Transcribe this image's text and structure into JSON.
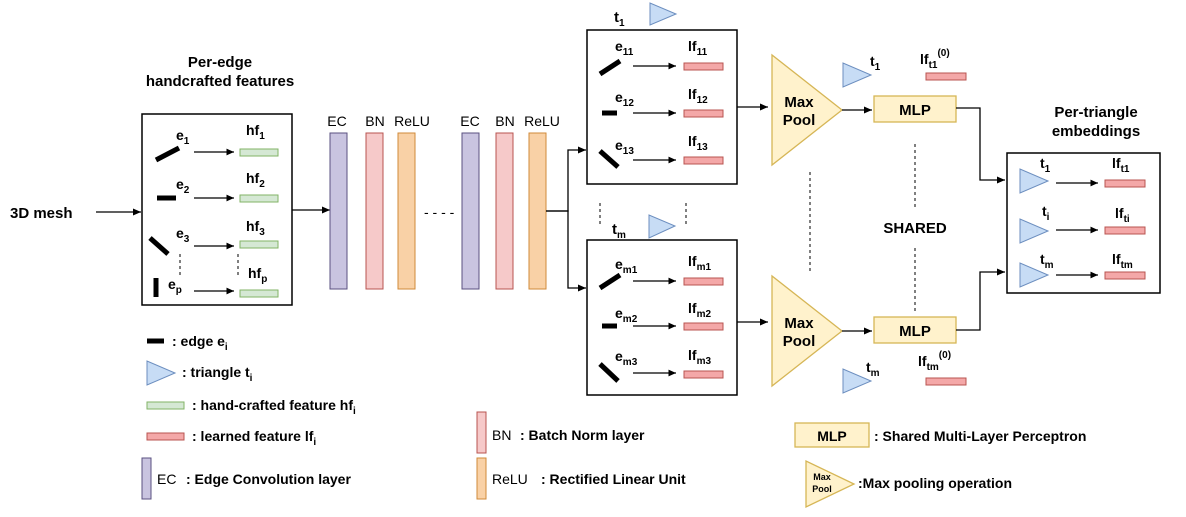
{
  "colors": {
    "ec": "#C9C4E0",
    "ec_stroke": "#5A5080",
    "bn": "#F6C9C9",
    "bn_stroke": "#B85450",
    "relu": "#F9D1A6",
    "relu_stroke": "#D08A3A",
    "hf": "#D5E8D4",
    "hf_stroke": "#82B366",
    "lf": "#F4A8A8",
    "lf_stroke": "#B85450",
    "tri": "#C7DCF5",
    "tri_stroke": "#6C8EBF",
    "mlp": "#FFF2CC",
    "mlp_stroke": "#D6B656",
    "pool": "#FFF2CC",
    "pool_stroke": "#D6B656"
  },
  "left": {
    "title_line1": "Per-edge",
    "title_line2": "handcrafted features",
    "input_label": "3D mesh",
    "edges": [
      {
        "e": "e",
        "e_sub": "1",
        "hf": "hf",
        "hf_sub": "1"
      },
      {
        "e": "e",
        "e_sub": "2",
        "hf": "hf",
        "hf_sub": "2"
      },
      {
        "e": "e",
        "e_sub": "3",
        "hf": "hf",
        "hf_sub": "3"
      },
      {
        "e": "e",
        "e_sub": "p",
        "hf": "hf",
        "hf_sub": "p"
      }
    ]
  },
  "layers": {
    "ec": "EC",
    "bn": "BN",
    "relu": "ReLU",
    "dots": "- - - -"
  },
  "top_box": {
    "t_label": "t",
    "t_sub": "1",
    "rows": [
      {
        "e": "e",
        "e_sub": "11",
        "lf": "lf",
        "lf_sub": "11"
      },
      {
        "e": "e",
        "e_sub": "12",
        "lf": "lf",
        "lf_sub": "12"
      },
      {
        "e": "e",
        "e_sub": "13",
        "lf": "lf",
        "lf_sub": "13"
      }
    ]
  },
  "bottom_box": {
    "t_label": "t",
    "t_sub": "m",
    "rows": [
      {
        "e": "e",
        "e_sub": "m1",
        "lf": "lf",
        "lf_sub": "m1"
      },
      {
        "e": "e",
        "e_sub": "m2",
        "lf": "lf",
        "lf_sub": "m2"
      },
      {
        "e": "e",
        "e_sub": "m3",
        "lf": "lf",
        "lf_sub": "m3"
      }
    ]
  },
  "pool": {
    "line1": "Max",
    "line2": "Pool"
  },
  "mlp": {
    "label": "MLP"
  },
  "shared_label": "SHARED",
  "pooled_top": {
    "t": "t",
    "t_sub": "1",
    "lf": "lf",
    "lf_sub": "t1",
    "lf_sup": "(0)"
  },
  "pooled_bottom": {
    "t": "t",
    "t_sub": "m",
    "lf": "lf",
    "lf_sub": "tm",
    "lf_sup": "(0)"
  },
  "output": {
    "title_line1": "Per-triangle",
    "title_line2": "embeddings",
    "rows": [
      {
        "t": "t",
        "t_sub": "1",
        "lf": "lf",
        "lf_sub": "t1"
      },
      {
        "t": "t",
        "t_sub": "i",
        "lf": "lf",
        "lf_sub": "ti"
      },
      {
        "t": "t",
        "t_sub": "m",
        "lf": "lf",
        "lf_sub": "tm"
      }
    ]
  },
  "legend": {
    "edge": ": edge e",
    "edge_sub": "i",
    "triangle": ": triangle t",
    "triangle_sub": "i",
    "hand": ": hand-crafted feature hf",
    "hand_sub": "i",
    "learned": ": learned feature lf",
    "learned_sub": "i",
    "ec_tag": "EC",
    "ec_text": ": Edge Convolution layer",
    "bn_tag": "BN",
    "bn_text": ": Batch Norm layer",
    "relu_tag": "ReLU",
    "relu_text": ": Rectified Linear Unit",
    "mlp_tag": "MLP",
    "mlp_text": ": Shared Multi-Layer Perceptron",
    "pool_tag1": "Max",
    "pool_tag2": "Pool",
    "pool_text": ":Max pooling operation"
  }
}
